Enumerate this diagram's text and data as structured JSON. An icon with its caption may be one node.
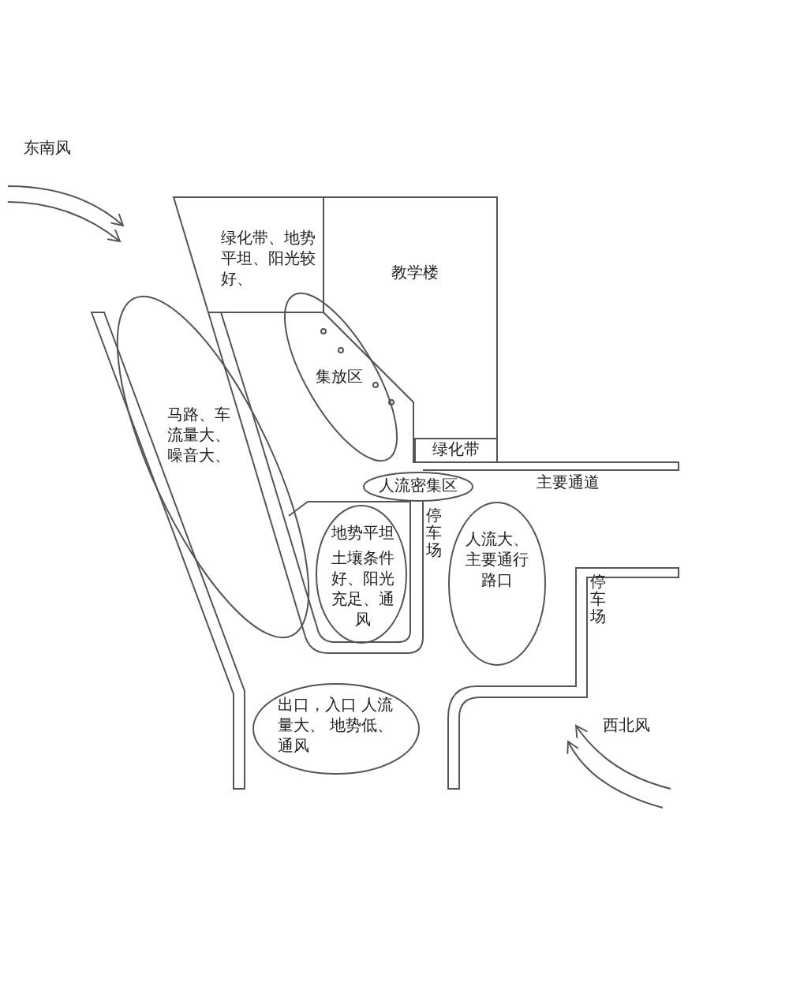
{
  "diagram": {
    "nodes": [
      {
        "text": [
          "绿化带、地势平坦、阳光较好、"
        ]
      },
      {
        "text": [
          "教学楼"
        ]
      },
      {
        "text": [
          "集放区"
        ]
      },
      {
        "text": [
          "马路、车流量大、噪音大、"
        ]
      },
      {
        "text": [
          "绿化带"
        ],
        "in": 1
      },
      {
        "text": [
          "人流密集区"
        ]
      },
      {
        "text": [
          "地势平坦",
          "土壤条件好、阳光充足、通风"
        ]
      },
      {
        "text": [
          "人流大、主要通行路口"
        ]
      },
      {
        "text": [
          "出口，入口 人流量大、 地势低、通风"
        ]
      }
    ],
    "labels": [
      "东南风",
      "主要通道",
      "停车场",
      "停车场",
      "西北风"
    ]
  }
}
